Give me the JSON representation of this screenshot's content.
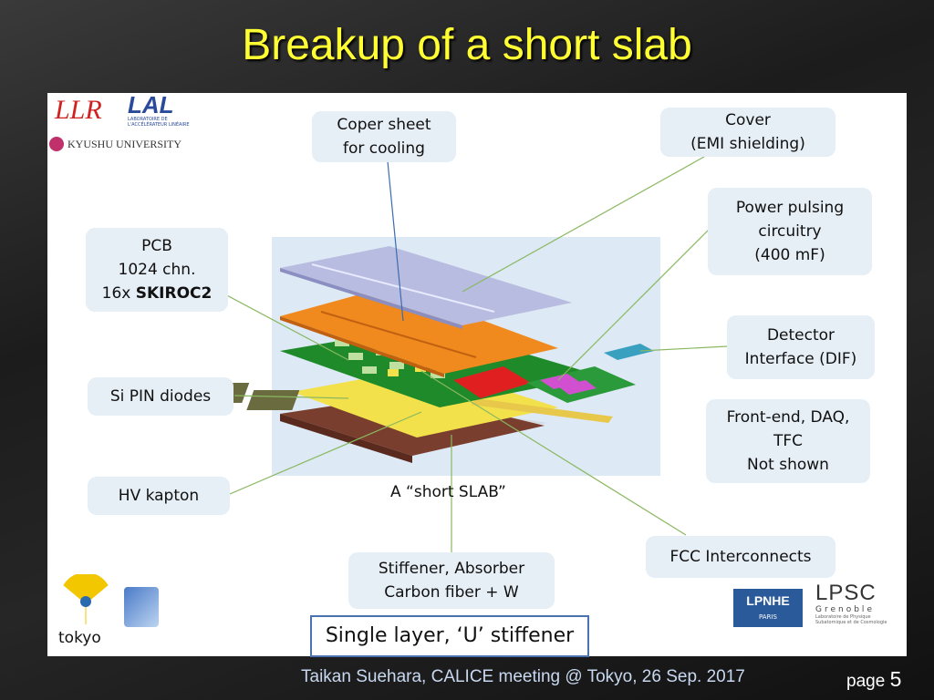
{
  "title": "Breakup of a short slab",
  "labels": {
    "coper": [
      "Coper sheet",
      "for cooling"
    ],
    "cover": [
      "Cover",
      "(EMI shielding)"
    ],
    "power": [
      "Power pulsing",
      "circuitry",
      "(400 mF)"
    ],
    "pcb": [
      "PCB",
      "1024 chn.",
      "16x",
      "SKIROC2"
    ],
    "dif": [
      "Detector",
      "Interface (DIF)"
    ],
    "si": [
      "Si PIN diodes"
    ],
    "frontend": [
      "Front-end, DAQ,",
      "TFC",
      "Not shown"
    ],
    "hv": [
      "HV kapton"
    ],
    "fcc": [
      "FCC Interconnects"
    ],
    "stiffener": [
      "Stiffener, Absorber",
      "Carbon fiber + W"
    ]
  },
  "caption": "A “short SLAB”",
  "single_layer": "Single layer, ‘U’ stiffener",
  "logos": {
    "llr": "LLR",
    "lal": "LAL",
    "lal_sub": "LABORATOIRE DE L'ACCÉLÉRATEUR LINÉAIRE",
    "kyushu": "KYUSHU UNIVERSITY",
    "tokyo": "tokyo",
    "lpnhe": "LPNHE",
    "lpnhe_sub": "PARIS",
    "lpsc": "LPSC",
    "lpsc_city": "Grenoble",
    "lpsc_sub": "Laboratoire de Physique Subatomique et de Cosmologie"
  },
  "footer": "Taikan Suehara, CALICE meeting @ Tokyo, 26 Sep. 2017",
  "page_label": "page",
  "page_number": "5",
  "colors": {
    "title": "#ffff33",
    "cover": "#b8bce0",
    "copper_sheet": "#f08a1e",
    "pcb": "#1f8a2a",
    "si": "#f0e020",
    "kapton": "#e8d34a",
    "stiffener": "#7a3e2e",
    "fcc_line": "#b7d08a"
  }
}
